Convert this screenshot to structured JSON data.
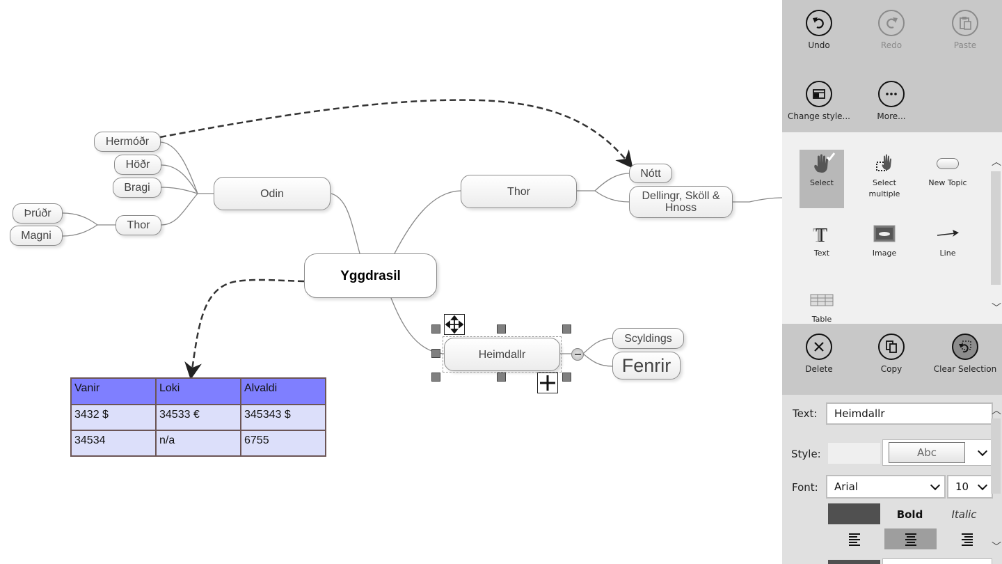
{
  "mindmap": {
    "root": "Yggdrasil",
    "odin_branch": {
      "label": "Odin",
      "children": [
        "Hermóðr",
        "Höðr",
        "Bragi"
      ],
      "thor": {
        "label": "Thor",
        "children": [
          "Þrúðr",
          "Magni"
        ]
      }
    },
    "thor_branch": {
      "label": "Thor",
      "children": [
        "Nótt",
        "Dellingr, Sköll & Hnoss"
      ]
    },
    "heimdallr_branch": {
      "label": "Heimdallr",
      "children": [
        "Scyldings",
        "Fenrir"
      ]
    },
    "table": {
      "header": [
        "Vanir",
        "Loki",
        "Alvaldi"
      ],
      "rows": [
        [
          "3432 $",
          "34533 €",
          "345343 $"
        ],
        [
          "34534",
          "n/a",
          "6755"
        ]
      ],
      "header_color": "#7f7fff",
      "row_color": "#dcdffa"
    },
    "selected_topic": "Heimdallr"
  },
  "panel": {
    "appbar_top": [
      {
        "label": "Undo",
        "icon": "undo-icon",
        "enabled": true
      },
      {
        "label": "Redo",
        "icon": "redo-icon",
        "enabled": false
      },
      {
        "label": "Paste",
        "icon": "paste-icon",
        "enabled": false
      },
      {
        "label": "Change style...",
        "icon": "change-style-icon",
        "enabled": true
      },
      {
        "label": "More...",
        "icon": "more-icon",
        "enabled": true
      }
    ],
    "tools": [
      {
        "label": "Select",
        "icon": "hand-pointer-icon",
        "active": true
      },
      {
        "label": "Select multiple",
        "icon": "select-multiple-icon",
        "active": false
      },
      {
        "label": "New Topic",
        "icon": "new-topic-icon",
        "active": false
      },
      {
        "label": "Text",
        "icon": "text-icon",
        "active": false
      },
      {
        "label": "Image",
        "icon": "image-icon",
        "active": false
      },
      {
        "label": "Line",
        "icon": "line-arrow-icon",
        "active": false
      },
      {
        "label": "Table",
        "icon": "table-icon",
        "active": false
      }
    ],
    "appbar_selection": [
      {
        "label": "Delete",
        "icon": "delete-icon"
      },
      {
        "label": "Copy",
        "icon": "copy-icon"
      },
      {
        "label": "Clear Selection",
        "icon": "clear-selection-icon"
      }
    ],
    "properties": {
      "text_label": "Text:",
      "text_value": "Heimdallr",
      "style_label": "Style:",
      "style_preview": "Abc",
      "font_label": "Font:",
      "font_value": "Arial",
      "size_value": "10",
      "bold_label": "Bold",
      "italic_label": "Italic",
      "text_color": "#505050",
      "alignment": "center"
    }
  }
}
